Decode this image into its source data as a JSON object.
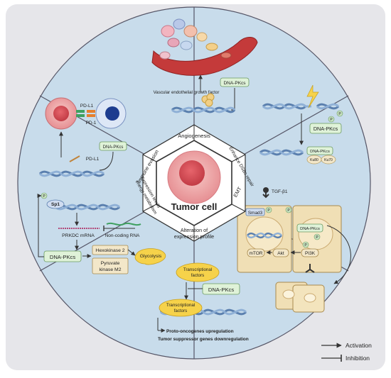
{
  "colors": {
    "background": "#e6e6ea",
    "outer_ring": "#c8dceb",
    "inner_hex": "#ffffff",
    "dna": "#5a7fae",
    "cell_pink": "#e8a0a4",
    "pill_green": "#dff2d8",
    "pill_tan": "#f3e7c9",
    "yellow": "#f6d24a",
    "hexagon_border": "#333333"
  },
  "center": {
    "title": "Tumor cell",
    "sections": {
      "top": "Angiogenesis",
      "upper_right": "Enhance DSBs repair",
      "lower_right": "EMT",
      "bottom": "Alteration of expression profile",
      "lower_left": "Expression levels energy metabolism",
      "upper_left": "Immune evasion"
    }
  },
  "angiogenesis": {
    "growth_factor": "Vascular endothelial growth factor",
    "dnapkcs": "DNA-PKcs"
  },
  "immune": {
    "pdl1_top": "PD-L1",
    "pd1": "PD-1",
    "pdl1_bottom": "PD-L1",
    "dnapkcs": "DNA-PKcs"
  },
  "dsb": {
    "dnapkcs": "DNA-PKcs",
    "complex_main": "DNA-PKcs",
    "ku80": "Ku80",
    "ku70": "Ku70",
    "p1": "P",
    "p2": "P"
  },
  "emt": {
    "tgfb": "TGF-β1",
    "smad3": "Smad3",
    "dnapkcs": "DNA-PKcs",
    "mtor": "mTOR",
    "akt": "Akt",
    "pi3k": "PI3K",
    "p_smad": "P",
    "p_right": "P",
    "p_dna": "P",
    "p_pi3k": "P"
  },
  "metabolism": {
    "sp1": "Sp1",
    "p": "P",
    "prkdc_mrna": "PRKDC mRNA",
    "ncrna": "Non-coding RNA",
    "dnapkcs": "DNA-PKcs",
    "hexokinase": "Hexokinase 2",
    "pyruvate_line1": "Pyruvate",
    "pyruvate_line2": "kinase M2",
    "glycolysis": "Glycolysis"
  },
  "expression": {
    "tf_top_line1": "Transcriptional",
    "tf_top_line2": "factors",
    "dnapkcs": "DNA-PKcs",
    "tf_bottom_line1": "Transcriptional",
    "tf_bottom_line2": "factors",
    "proto": "Proto-oncogenes upregulation",
    "suppressor": "Tumor suppressor genes downregulation"
  },
  "legend": {
    "activation": "Activation",
    "inhibition": "Inhibition"
  }
}
